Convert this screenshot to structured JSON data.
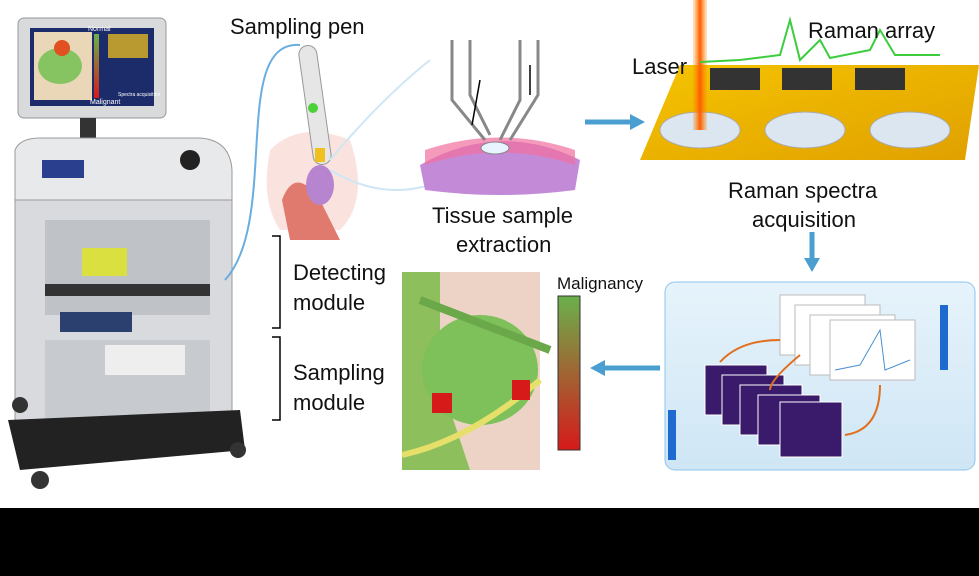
{
  "labels": {
    "sampling_pen": "Sampling pen",
    "laser": "Laser",
    "raman_array": "Raman array",
    "tissue_line1": "Tissue sample",
    "tissue_line2": "extraction",
    "raman_spectra_line1": "Raman spectra",
    "raman_spectra_line2": "acquisition",
    "detecting_line1": "Detecting",
    "detecting_line2": "module",
    "sampling_line1": "Sampling",
    "sampling_line2": "module",
    "malignancy": "Malignancy"
  },
  "monitor": {
    "normal": "Normal",
    "malignant": "Malignant",
    "spectra": "Spectra acquisition"
  },
  "colors": {
    "normal": "#6ab04c",
    "malignant": "#d61a1a",
    "arrow": "#4a9fd0"
  }
}
